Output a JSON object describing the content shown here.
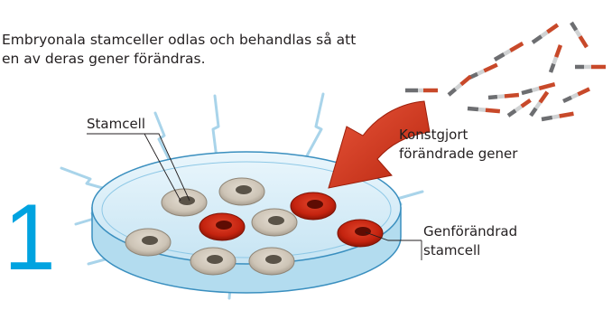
{
  "intro": {
    "line1": "Embryonala stamceller odlas och behandlas så att",
    "line2": "en av deras gener förändras."
  },
  "labels": {
    "stem_cell": "Stamcell",
    "genes_line1": "Konstgjort",
    "genes_line2": "förändrade gener",
    "modified_line1": "Genförändrad",
    "modified_line2": "stamcell"
  },
  "step_number": "1",
  "colors": {
    "step": "#00a3e0",
    "normal_cell": "#cfc6b9",
    "modified_cell": "#c4230f",
    "arrow": "#d23a21",
    "dish": "#cfe9f5",
    "spark": "#a9d4ea"
  }
}
